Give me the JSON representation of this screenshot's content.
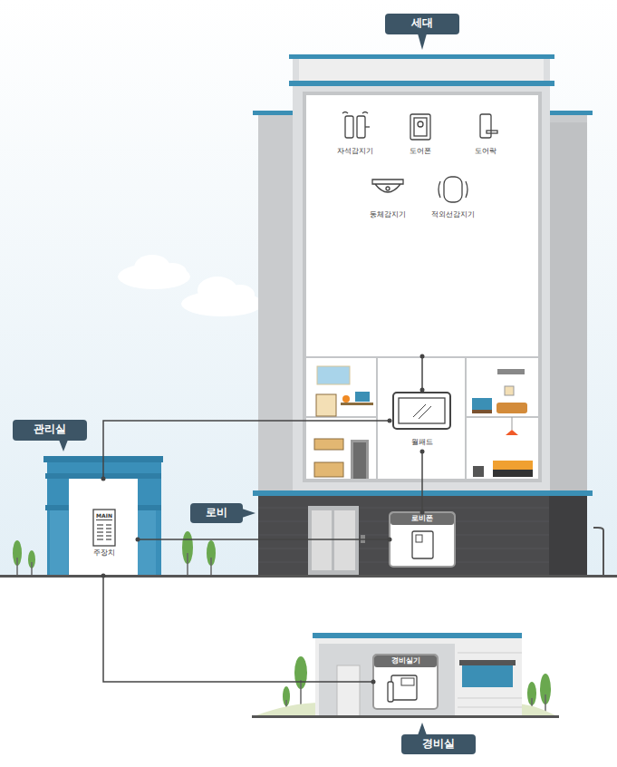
{
  "diagram": {
    "nodes": [
      {
        "text": [
          "세대"
        ]
      },
      {
        "text": [
          "자석감지기",
          "도어폰",
          "도어락",
          "동체감지기",
          "적외선감지기"
        ]
      },
      {
        "text": [
          "월패드"
        ]
      },
      {
        "text": [
          "관리실"
        ]
      },
      {
        "text": [
          "주장치"
        ]
      },
      {
        "text": [
          "로비"
        ]
      },
      {
        "text": [
          "로비폰"
        ]
      },
      {
        "text": [
          "경비실기"
        ]
      },
      {
        "text": [
          "경비실"
        ]
      }
    ],
    "edges": [
      {
        "from": 2,
        "to": 1,
        "arrow": "none"
      },
      {
        "from": 4,
        "to": 2,
        "arrow": "none"
      },
      {
        "from": 4,
        "to": 6,
        "arrow": "none"
      },
      {
        "from": 2,
        "to": 6,
        "arrow": "none"
      },
      {
        "from": 4,
        "to": 7,
        "arrow": "none"
      }
    ],
    "labels": [
      "MAIN"
    ]
  }
}
